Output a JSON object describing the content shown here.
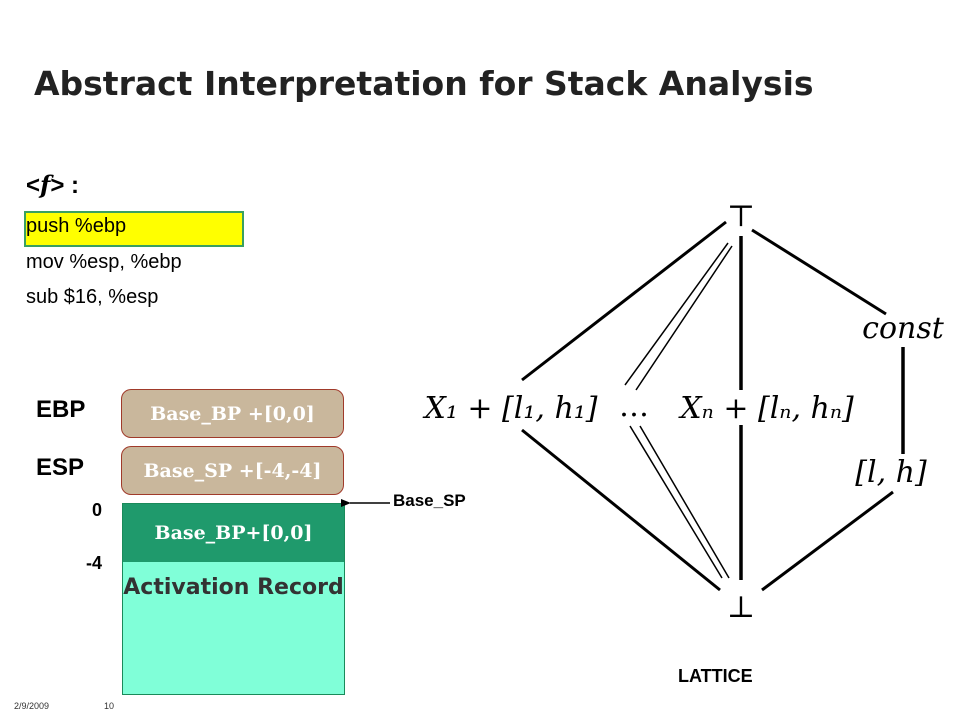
{
  "title": "Abstract Interpretation for Stack Analysis",
  "function": {
    "name": "f",
    "open": "<",
    "close": ">",
    "suffix": " :"
  },
  "code": [
    "push  %ebp",
    "mov %esp, %ebp",
    "sub $16, %esp"
  ],
  "registers": {
    "ebp": {
      "label": "EBP",
      "value": "Base_BP +[0,0]"
    },
    "esp": {
      "label": "ESP",
      "value": "Base_SP +[-4,-4]"
    }
  },
  "stack": {
    "offsets": [
      "0",
      "-4"
    ],
    "top_cell": "Base_BP+[0,0]",
    "frame_label": "Activation Record",
    "pointer_label": "Base_SP"
  },
  "lattice": {
    "top": "⊤",
    "bottom": "⊥",
    "const": "const",
    "x1": "X₁ + [l₁, h₁]",
    "dots": "…",
    "xn": "Xₙ + [lₙ, hₙ]",
    "interval": "[l, h]",
    "caption": "LATTICE"
  },
  "footer": {
    "date": "2/9/2009",
    "page": "10"
  }
}
